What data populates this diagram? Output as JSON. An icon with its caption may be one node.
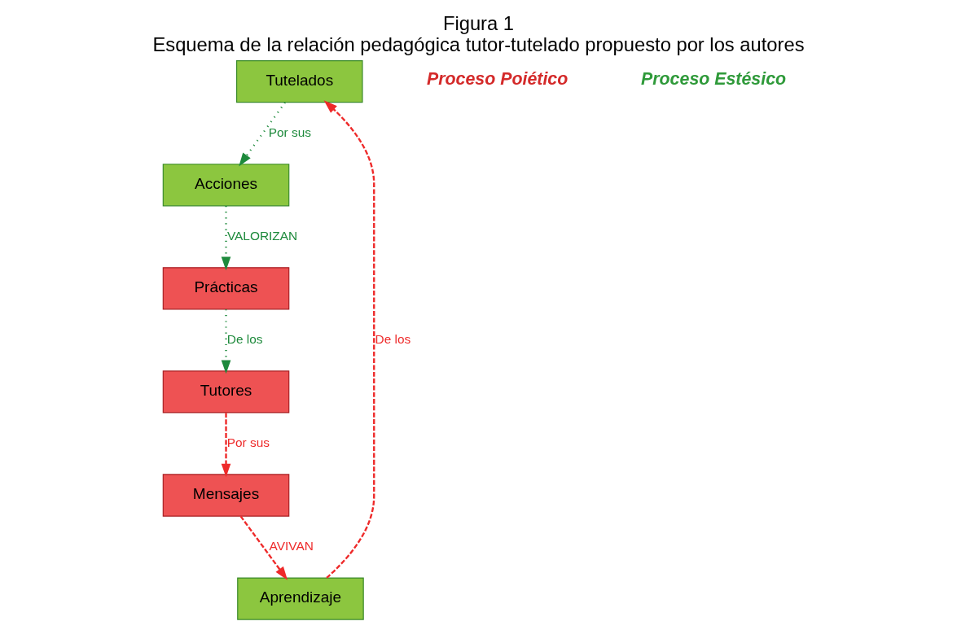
{
  "diagram": {
    "title": "Figura 1",
    "caption": "Esquema de la relación pedagógica tutor-tutelado propuesto por los autores",
    "nodes": [
      {
        "text": [
          "Tutelados"
        ]
      },
      {
        "text": [
          "Acciones"
        ]
      },
      {
        "text": [
          "Aprendizaje"
        ]
      },
      {
        "text": [
          "Mensajes"
        ]
      },
      {
        "text": [
          "Prácticas"
        ]
      },
      {
        "text": [
          "Tutores"
        ]
      }
    ],
    "edges": [
      {
        "from": 0,
        "to": 1,
        "arrow": "to",
        "label": "Por sus",
        "color": "#1e8a3c"
      },
      {
        "from": 2,
        "to": 0,
        "arrow": "to",
        "label": "De los",
        "style": "dashed",
        "color": "#ee2a2a"
      },
      {
        "from": 3,
        "to": 2,
        "arrow": "to",
        "label": "AVIVAN",
        "style": "dashed",
        "color": "#ee2a2a"
      },
      {
        "from": 1,
        "to": 4,
        "arrow": "to",
        "label": "VALORIZAN",
        "color": "#1e8a3c"
      },
      {
        "from": 4,
        "to": 5,
        "arrow": "to",
        "label": "De los",
        "color": "#1e8a3c"
      },
      {
        "from": 5,
        "to": 3,
        "arrow": "to",
        "label": "Por sus",
        "style": "dashed",
        "color": "#ee2a2a"
      }
    ],
    "labels": [
      "Proceso Poiético",
      "Proceso Estésico"
    ]
  }
}
